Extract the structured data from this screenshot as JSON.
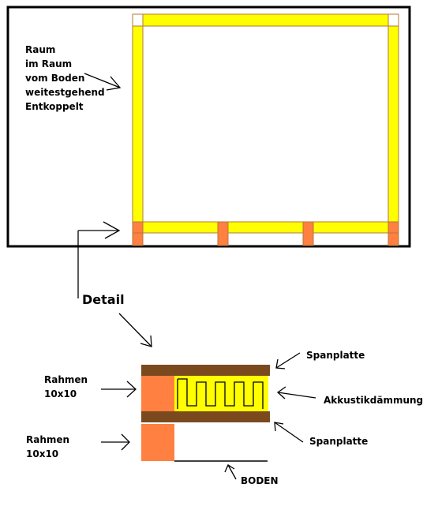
{
  "top_view": {
    "label_lines": [
      "Raum",
      "im Raum",
      "vom Boden",
      "weitestgehend",
      "Entkoppelt"
    ]
  },
  "detail": {
    "title": "Detail",
    "labels": {
      "spanplatte_top": "Spanplatte",
      "akkustik": "Akkustikdämmung",
      "spanplatte_bottom": "Spanplatte",
      "boden": "BODEN",
      "rahmen_top_1": "Rahmen",
      "rahmen_top_2": "10x10",
      "rahmen_bottom_1": "Rahmen",
      "rahmen_bottom_2": "10x10"
    }
  },
  "colors": {
    "beam_yellow": "#ffff00",
    "beam_stroke": "#b07a3a",
    "post_orange": "#ff8040",
    "plate_brown": "#7a4a1e",
    "insulation_black": "#000000"
  }
}
